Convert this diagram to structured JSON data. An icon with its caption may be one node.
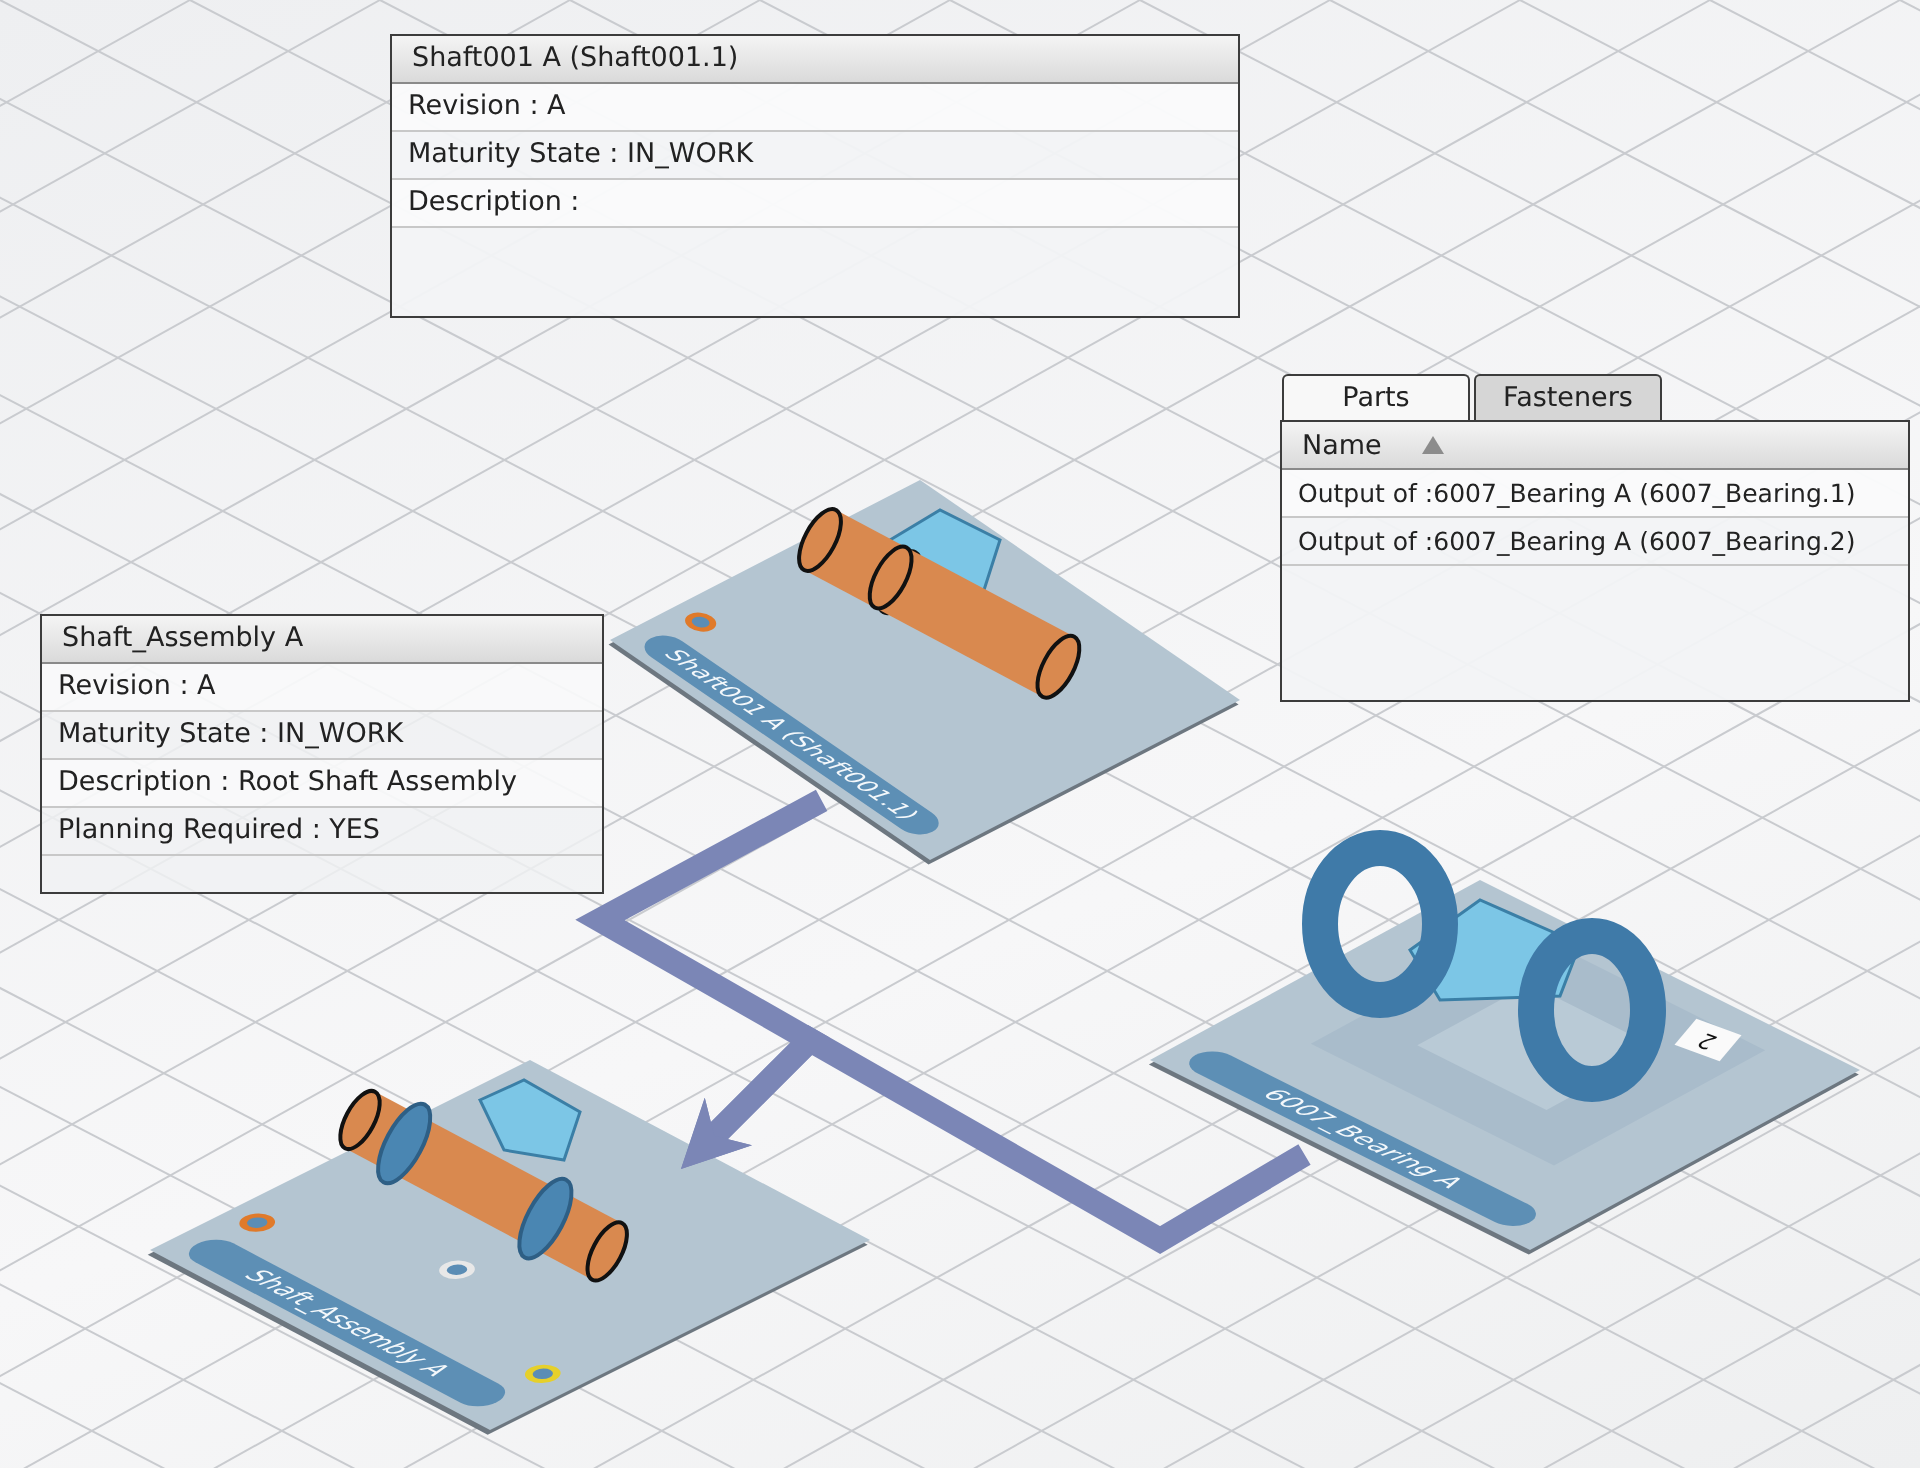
{
  "diagram": {
    "nodes": [
      {
        "text": [
          "Shaft001 A (Shaft001.1)",
          "Revision : A",
          "Maturity State : IN_WORK",
          "Description :"
        ]
      },
      {
        "text": [
          "Parts",
          "Fasteners",
          "Name",
          "Output of :6007_Bearing A (6007_Bearing.1)",
          "Output of :6007_Bearing A (6007_Bearing.2)"
        ]
      },
      {
        "text": [
          "Shaft001 A (Shaft001.1)"
        ]
      },
      {
        "text": [
          "Shaft_Assembly A",
          "Revision : A",
          "Maturity State : IN_WORK",
          "Description : Root Shaft Assembly",
          "Planning Required : YES"
        ]
      },
      {
        "text": [
          "6007_Bearing A"
        ]
      },
      {
        "text": [
          "Shaft_Assembly A"
        ]
      }
    ],
    "edges": [
      {
        "from": 2,
        "to": 5,
        "arrow": "to"
      },
      {
        "from": 4,
        "to": 5,
        "arrow": "to"
      }
    ],
    "labels": [
      "2"
    ]
  }
}
